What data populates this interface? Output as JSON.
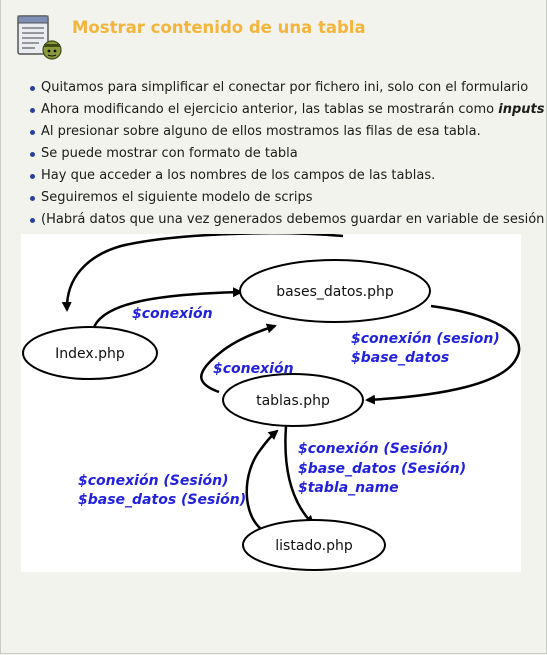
{
  "header": {
    "title": "Mostrar contenido de una tabla",
    "icon": "notepad-with-character-icon"
  },
  "bullets": [
    {
      "text": "Quitamos para simplificar el conectar por fichero ini, solo con el formulario"
    },
    {
      "text": "Ahora modificando el ejercicio anterior, las tablas se mostrarán como ",
      "emph": "inputs"
    },
    {
      "text": "Al presionar sobre alguno de ellos mostramos las filas de esa tabla."
    },
    {
      "text": "Se puede mostrar con formato de tabla"
    },
    {
      "text": "Hay que acceder a los nombres de los campos de las tablas."
    },
    {
      "text": "Seguiremos el siguiente modelo de scrips"
    },
    {
      "text": "(Habrá datos que una vez generados debemos guardar en variable de sesión"
    }
  ],
  "diagram": {
    "nodes": {
      "index": "Index.php",
      "bases_datos": "bases_datos.php",
      "tablas": "tablas.php",
      "listado": "listado.php"
    },
    "labels": {
      "index_to_bases": "$conexión",
      "bases_to_tablas_1": "$conexión (sesion)",
      "bases_to_tablas_2": "$base_datos",
      "tablas_to_bases": "$conexión",
      "tablas_to_listado_1": "$conexión (Sesión)",
      "tablas_to_listado_2": "$base_datos (Sesión)",
      "tablas_to_listado_3": "$tabla_name",
      "listado_to_tablas_1": "$conexión (Sesión)",
      "listado_to_tablas_2": "$base_datos (Sesión)"
    },
    "colors": {
      "label": "#2222dd",
      "stroke": "#000000"
    }
  },
  "colors": {
    "title": "#f3b53d",
    "bullet": "#2a3f9e",
    "background": "#f1f3ec"
  }
}
